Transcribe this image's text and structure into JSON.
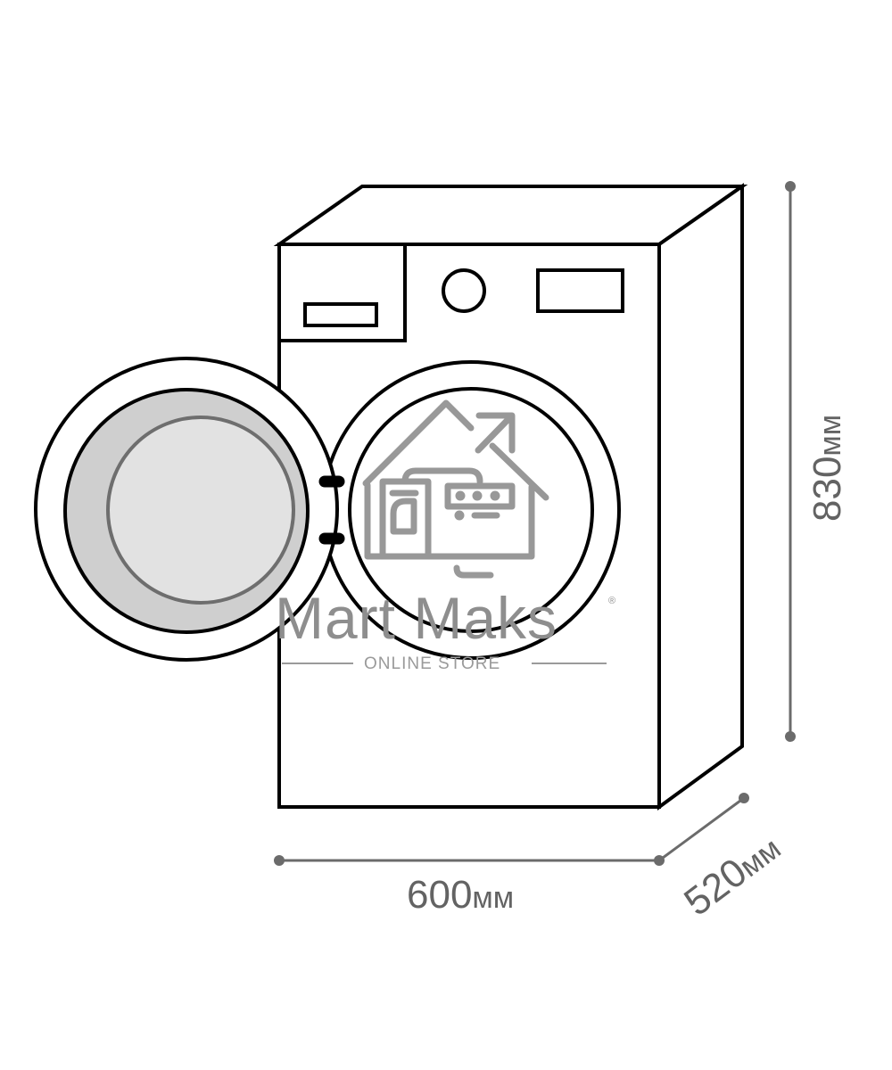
{
  "diagram": {
    "subject": "Front-load washing machine with open door",
    "colors": {
      "outline": "#000000",
      "dimension": "#6b6b6b",
      "glass_outer": "#cfcfcf",
      "glass_inner": "#e2e2e2",
      "watermark": "#8e8e8e"
    },
    "dimensions": {
      "height": {
        "value": "830",
        "unit": "мм"
      },
      "width": {
        "value": "600",
        "unit": "мм"
      },
      "depth": {
        "value": "520",
        "unit": "мм"
      }
    }
  },
  "watermark": {
    "brand": "Mart Maks",
    "registered_mark": "®",
    "tagline": "ONLINE STORE",
    "icon": "house-appliances-arrow-icon"
  }
}
